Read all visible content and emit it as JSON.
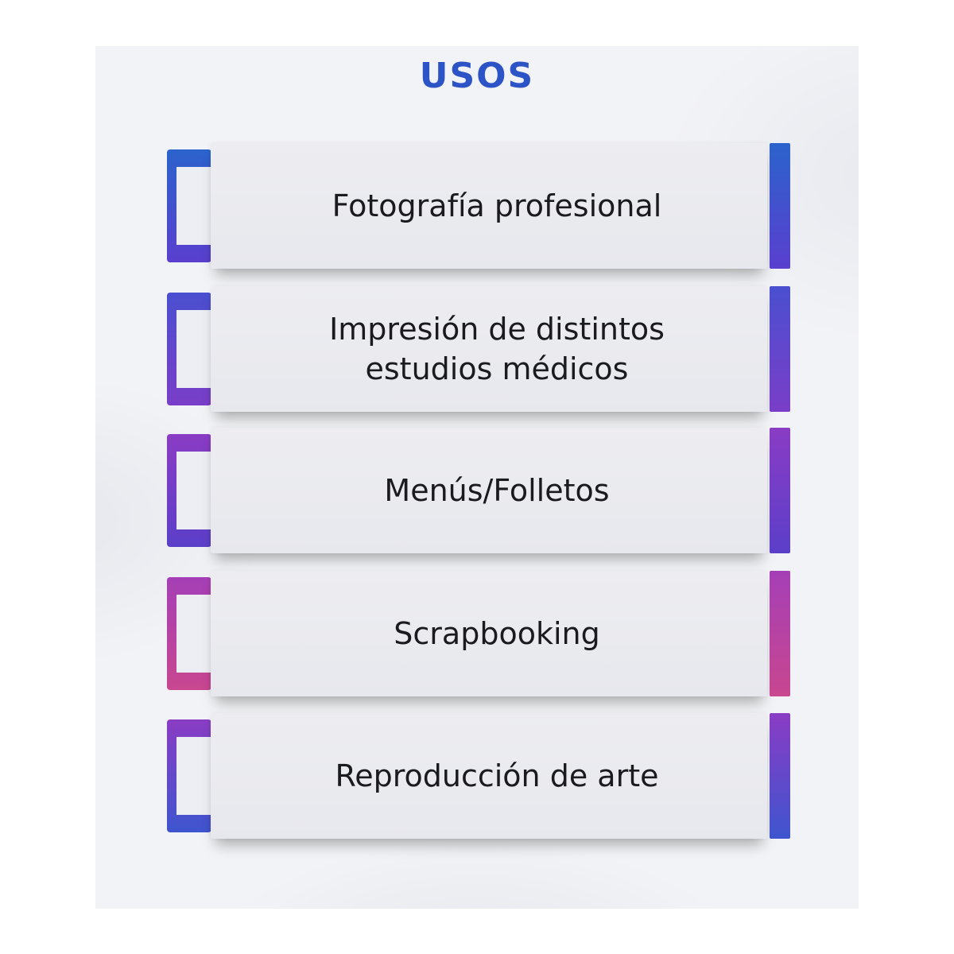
{
  "title": "USOS",
  "items": [
    {
      "label": "Fotografía profesional",
      "accent_top": "#2b63cc",
      "accent_bottom": "#5a3fcf"
    },
    {
      "label": "Impresión de distintos\nestudios médicos",
      "accent_top": "#4a4fd0",
      "accent_bottom": "#7a3ec8"
    },
    {
      "label": "Menús/Folletos",
      "accent_top": "#8a3cc4",
      "accent_bottom": "#5b3fc9"
    },
    {
      "label": "Scrapbooking",
      "accent_top": "#a53fb6",
      "accent_bottom": "#c8478f"
    },
    {
      "label": "Reproducción de arte",
      "accent_top": "#8a3cc4",
      "accent_bottom": "#3e55cf"
    }
  ],
  "colors": {
    "title": "#2d54c6",
    "card": "#ebecf0",
    "panel": "#f2f3f6"
  }
}
